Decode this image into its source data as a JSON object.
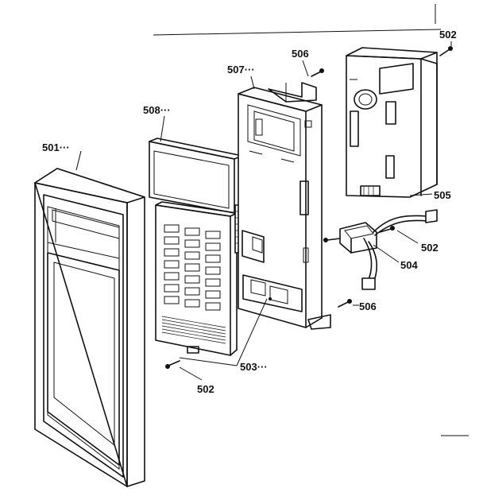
{
  "labels": {
    "p501": "501···",
    "p502_top": "502",
    "p502_mid": "502",
    "p502_bot": "502",
    "p503": "503···",
    "p504": "504",
    "p505": "505",
    "p506_top": "506",
    "p506_bot": "506",
    "p507": "507···",
    "p508": "508···"
  }
}
